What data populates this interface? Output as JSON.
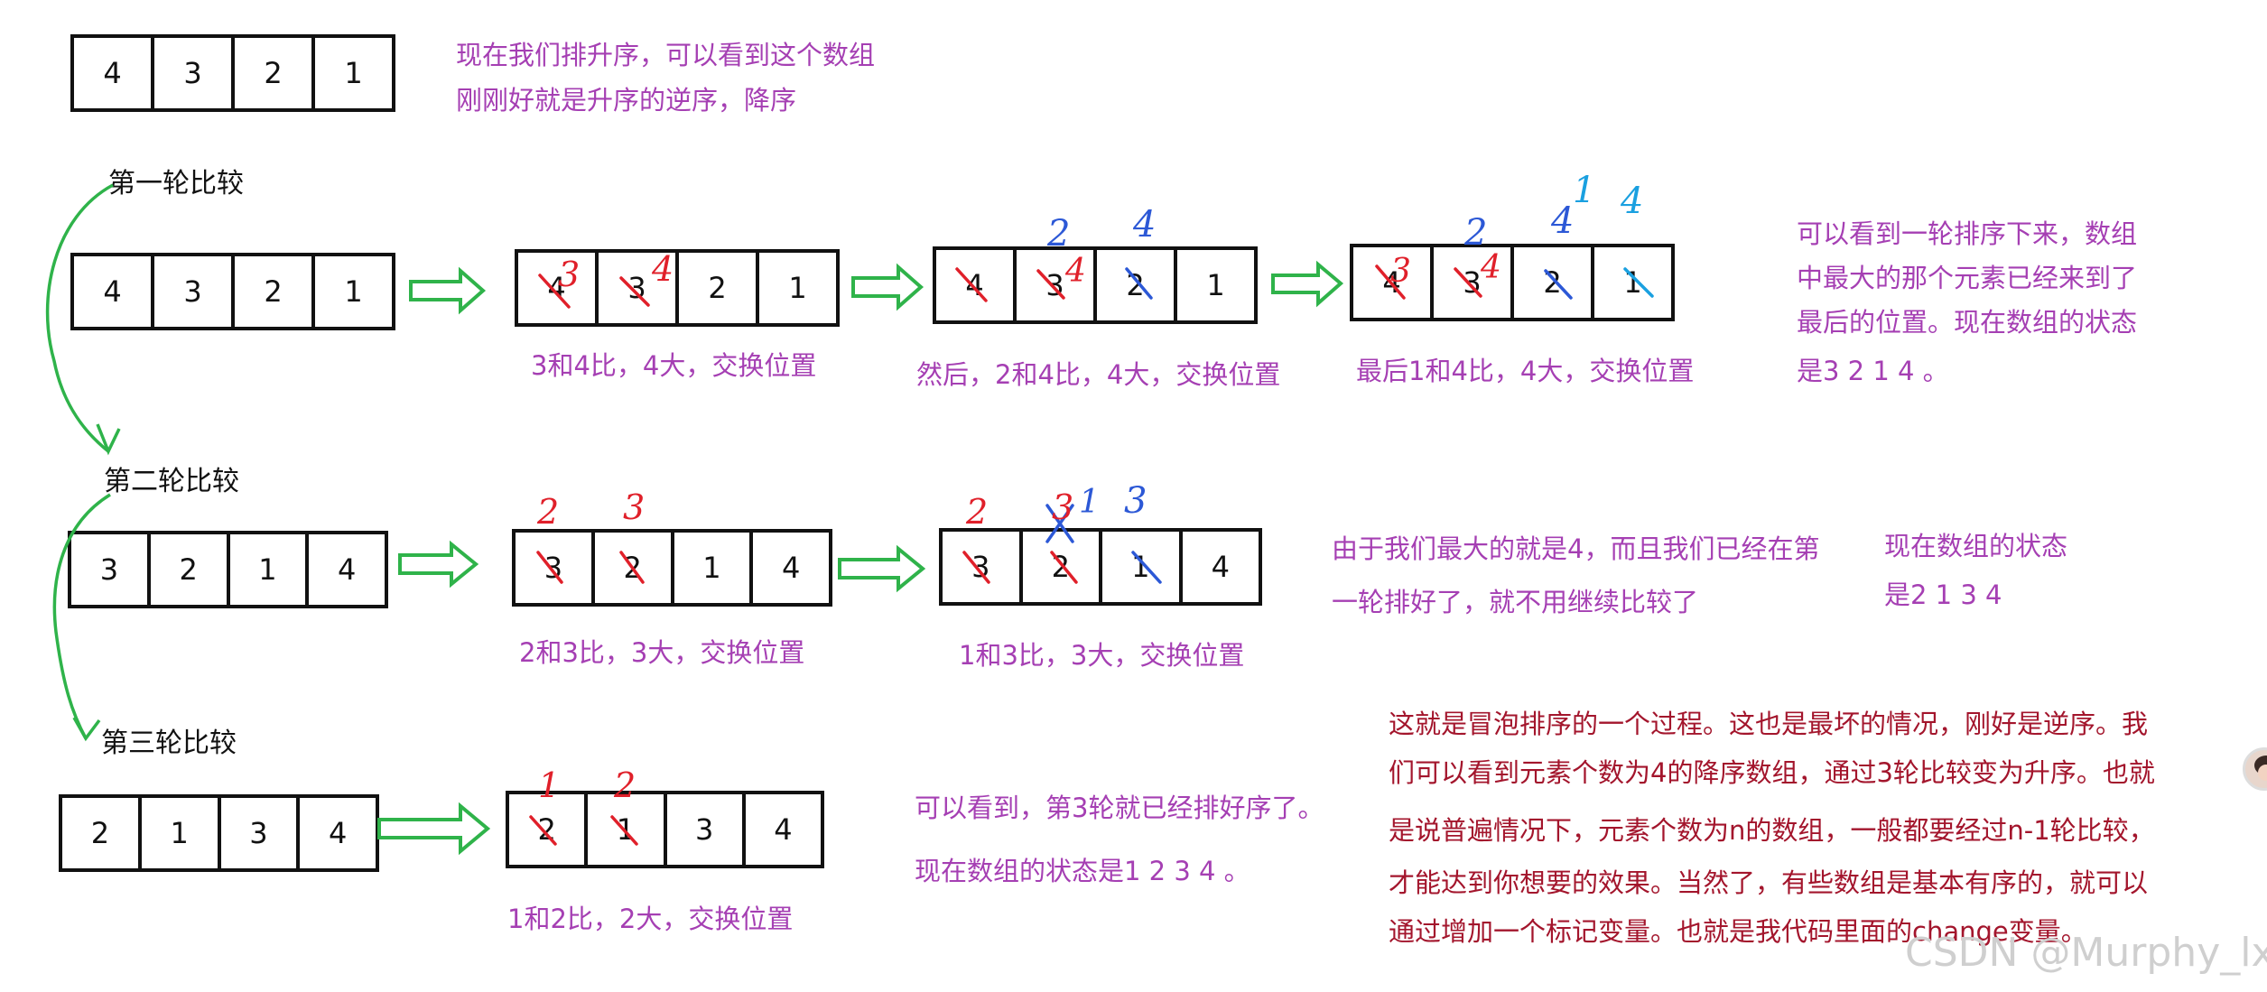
{
  "intro": {
    "array": [
      "4",
      "3",
      "2",
      "1"
    ],
    "line1": "现在我们排升序，可以看到这个数组",
    "line2": "刚刚好就是升序的逆序，降序"
  },
  "round1": {
    "label": "第一轮比较",
    "arrays": [
      [
        "4",
        "3",
        "2",
        "1"
      ],
      [
        "4",
        "3",
        "2",
        "1"
      ],
      [
        "4",
        "3",
        "2",
        "1"
      ],
      [
        "4",
        "3",
        "2",
        "1"
      ]
    ],
    "captions": [
      "3和4比，4大，交换位置",
      "然后，2和4比，4大，交换位置",
      "最后1和4比，4大，交换位置"
    ],
    "marks": {
      "a2c1": "3",
      "a2c2": "4",
      "a3top1": "2",
      "a3top2": "4",
      "a3c2": "4",
      "a4top1": "2",
      "a4top2": "4",
      "a4top3": "1",
      "a4top4": "4",
      "a4c1": "3",
      "a4c2": "4"
    },
    "summary": [
      "可以看到一轮排序下来，数组",
      "中最大的那个元素已经来到了",
      "最后的位置。现在数组的状态",
      "是3 2 1 4 。"
    ]
  },
  "round2": {
    "label": "第二轮比较",
    "arrays": [
      [
        "3",
        "2",
        "1",
        "4"
      ],
      [
        "3",
        "2",
        "1",
        "4"
      ],
      [
        "3",
        "2",
        "1",
        "4"
      ]
    ],
    "captions": [
      "2和3比，3大，交换位置",
      "1和3比，3大，交换位置"
    ],
    "marks": {
      "b2c1": "2",
      "b2c2": "3",
      "b3c1": "2",
      "b3c2": "3",
      "b3c2b": "1",
      "b3c3": "3"
    },
    "note": [
      "由于我们最大的就是4，而且我们已经在第",
      "一轮排好了，就不用继续比较了"
    ],
    "state": [
      "现在数组的状态",
      "是2 1 3 4"
    ]
  },
  "round3": {
    "label": "第三轮比较",
    "arrays": [
      [
        "2",
        "1",
        "3",
        "4"
      ],
      [
        "2",
        "1",
        "3",
        "4"
      ]
    ],
    "captions": [
      "1和2比，2大，交换位置"
    ],
    "marks": {
      "c2c1": "1",
      "c2c2": "2"
    },
    "note": [
      "可以看到，第3轮就已经排好序了。",
      "现在数组的状态是1 2 3 4 。"
    ]
  },
  "conclusion": [
    "这就是冒泡排序的一个过程。这也是最坏的情况，刚好是逆序。我",
    "们可以看到元素个数为4的降序数组，通过3轮比较变为升序。也就",
    "是说普遍情况下，元素个数为n的数组，一般都要经过n-1轮比较，",
    "才能达到你想要的效果。当然了，有些数组是基本有序的，就可以",
    "通过增加一个标记变量。也就是我代码里面的change变量。"
  ],
  "watermark": "CSDN @Murphy_lx",
  "colors": {
    "purple": "#a53fb3",
    "darkred": "#a3152c",
    "green": "#2fb34a",
    "red": "#e0202a",
    "blue": "#2c58d6",
    "cyan": "#1aa0e0"
  }
}
